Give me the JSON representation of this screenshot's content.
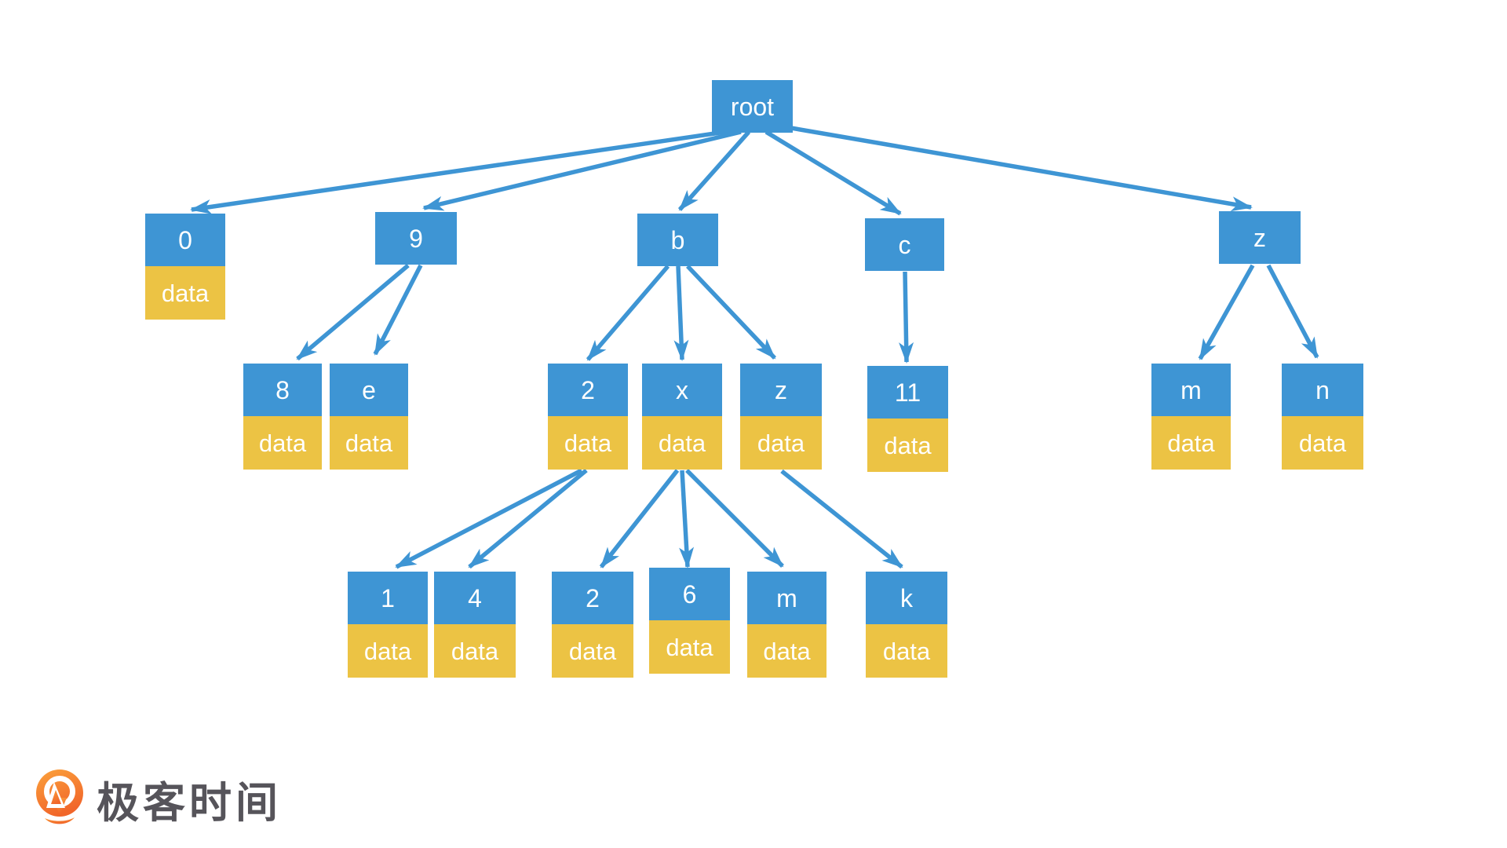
{
  "diagram": {
    "type": "trie-tree",
    "colors": {
      "node_fill": "#3E95D4",
      "data_fill": "#ECC344",
      "edge": "#3E95D4",
      "node_text": "#FFFFFF"
    },
    "nodes": {
      "root": {
        "label": "root"
      },
      "l1_0": {
        "label": "0",
        "data_label": "data"
      },
      "l1_9": {
        "label": "9"
      },
      "l1_b": {
        "label": "b"
      },
      "l1_c": {
        "label": "c"
      },
      "l1_z": {
        "label": "z"
      },
      "l2_8": {
        "label": "8",
        "data_label": "data"
      },
      "l2_e": {
        "label": "e",
        "data_label": "data"
      },
      "l2_2": {
        "label": "2",
        "data_label": "data"
      },
      "l2_x": {
        "label": "x",
        "data_label": "data"
      },
      "l2_z": {
        "label": "z",
        "data_label": "data"
      },
      "l2_11": {
        "label": "11",
        "data_label": "data"
      },
      "l2_m": {
        "label": "m",
        "data_label": "data"
      },
      "l2_n": {
        "label": "n",
        "data_label": "data"
      },
      "l3_1": {
        "label": "1",
        "data_label": "data"
      },
      "l3_4": {
        "label": "4",
        "data_label": "data"
      },
      "l3_2": {
        "label": "2",
        "data_label": "data"
      },
      "l3_6": {
        "label": "6",
        "data_label": "data"
      },
      "l3_m": {
        "label": "m",
        "data_label": "data"
      },
      "l3_k": {
        "label": "k",
        "data_label": "data"
      }
    },
    "edges": [
      {
        "from": "root",
        "to": "0"
      },
      {
        "from": "root",
        "to": "9"
      },
      {
        "from": "root",
        "to": "b"
      },
      {
        "from": "root",
        "to": "c"
      },
      {
        "from": "root",
        "to": "z"
      },
      {
        "from": "9",
        "to": "8"
      },
      {
        "from": "9",
        "to": "e"
      },
      {
        "from": "b",
        "to": "2"
      },
      {
        "from": "b",
        "to": "x"
      },
      {
        "from": "b",
        "to": "z"
      },
      {
        "from": "c",
        "to": "11"
      },
      {
        "from": "z",
        "to": "m"
      },
      {
        "from": "z",
        "to": "n"
      },
      {
        "from": "2",
        "to": "1"
      },
      {
        "from": "2",
        "to": "4"
      },
      {
        "from": "x",
        "to": "2"
      },
      {
        "from": "x",
        "to": "6"
      },
      {
        "from": "x",
        "to": "m"
      },
      {
        "from": "z",
        "to": "k"
      }
    ]
  },
  "logo": {
    "text": "极客时间",
    "text_color": "#56545A",
    "icon_color_top": "#FBA23C",
    "icon_color_bottom": "#F1662A"
  }
}
